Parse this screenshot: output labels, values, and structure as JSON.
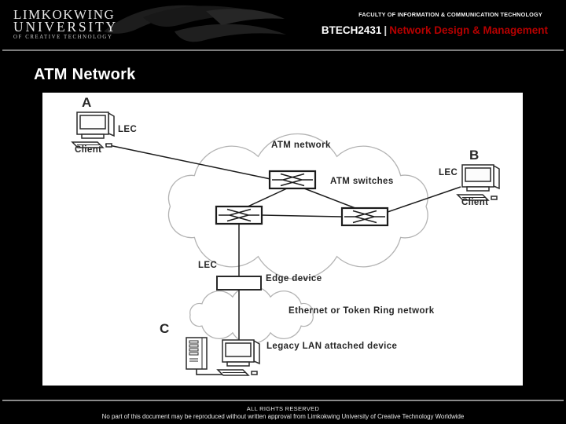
{
  "header": {
    "logo": {
      "line1": "LIMKOKWING",
      "line2": "UNIVERSITY",
      "line3": "OF CREATIVE TECHNOLOGY"
    },
    "faculty": "FACULTY OF INFORMATION & COMMUNICATION TECHNOLOGY",
    "course_code": "BTECH2431",
    "separator": "|",
    "course_name": "Network Design & Management",
    "accent_color": "#b70000"
  },
  "slide": {
    "title": "ATM Network"
  },
  "diagram": {
    "labels": {
      "node_a": "A",
      "lec_a": "LEC",
      "client_a": "Client",
      "atm_network": "ATM network",
      "atm_switches": "ATM switches",
      "node_b": "B",
      "lec_b": "LEC",
      "client_b": "Client",
      "lec_edge": "LEC",
      "edge_device": "Edge device",
      "ethernet": "Ethernet or Token Ring network",
      "node_c": "C",
      "legacy": "Legacy LAN attached device"
    }
  },
  "footer": {
    "line1": "ALL RIGHTS RESERVED",
    "line2": "No part of this document may be reproduced without written approval from Limkokwing University of Creative Technology Worldwide"
  }
}
